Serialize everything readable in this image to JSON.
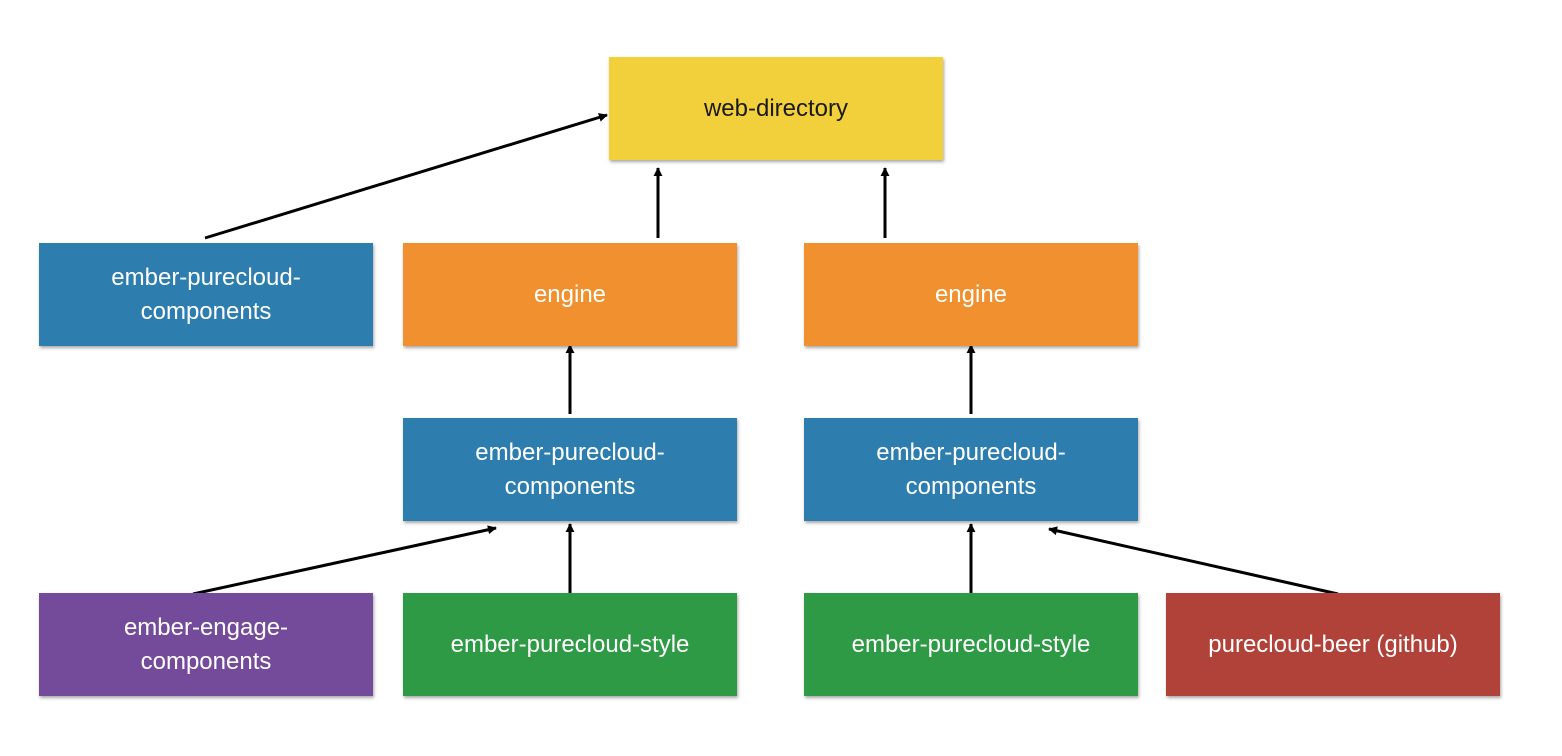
{
  "colors": {
    "yellow": "#f2d03b",
    "blue": "#2e7daf",
    "orange": "#f0902e",
    "purple": "#744b9a",
    "green": "#2e9a45",
    "red": "#b0423a",
    "arrow": "#000000"
  },
  "nodes": {
    "web_directory": {
      "label": "web-directory",
      "color": "yellow"
    },
    "epc_standalone": {
      "label": "ember-purecloud-\ncomponents",
      "color": "blue"
    },
    "engine_left": {
      "label": "engine",
      "color": "orange"
    },
    "engine_right": {
      "label": "engine",
      "color": "orange"
    },
    "epc_left": {
      "label": "ember-purecloud-\ncomponents",
      "color": "blue"
    },
    "epc_right": {
      "label": "ember-purecloud-\ncomponents",
      "color": "blue"
    },
    "engage_components": {
      "label": "ember-engage-\ncomponents",
      "color": "purple"
    },
    "style_left": {
      "label": "ember-purecloud-style",
      "color": "green"
    },
    "style_right": {
      "label": "ember-purecloud-style",
      "color": "green"
    },
    "purecloud_beer": {
      "label": "purecloud-beer (github)",
      "color": "red"
    }
  },
  "edges": [
    {
      "from": "epc_standalone",
      "to": "web_directory"
    },
    {
      "from": "engine_left",
      "to": "web_directory"
    },
    {
      "from": "engine_right",
      "to": "web_directory"
    },
    {
      "from": "epc_left",
      "to": "engine_left"
    },
    {
      "from": "epc_right",
      "to": "engine_right"
    },
    {
      "from": "engage_components",
      "to": "epc_left"
    },
    {
      "from": "style_left",
      "to": "epc_left"
    },
    {
      "from": "style_right",
      "to": "epc_right"
    },
    {
      "from": "purecloud_beer",
      "to": "epc_right"
    }
  ]
}
